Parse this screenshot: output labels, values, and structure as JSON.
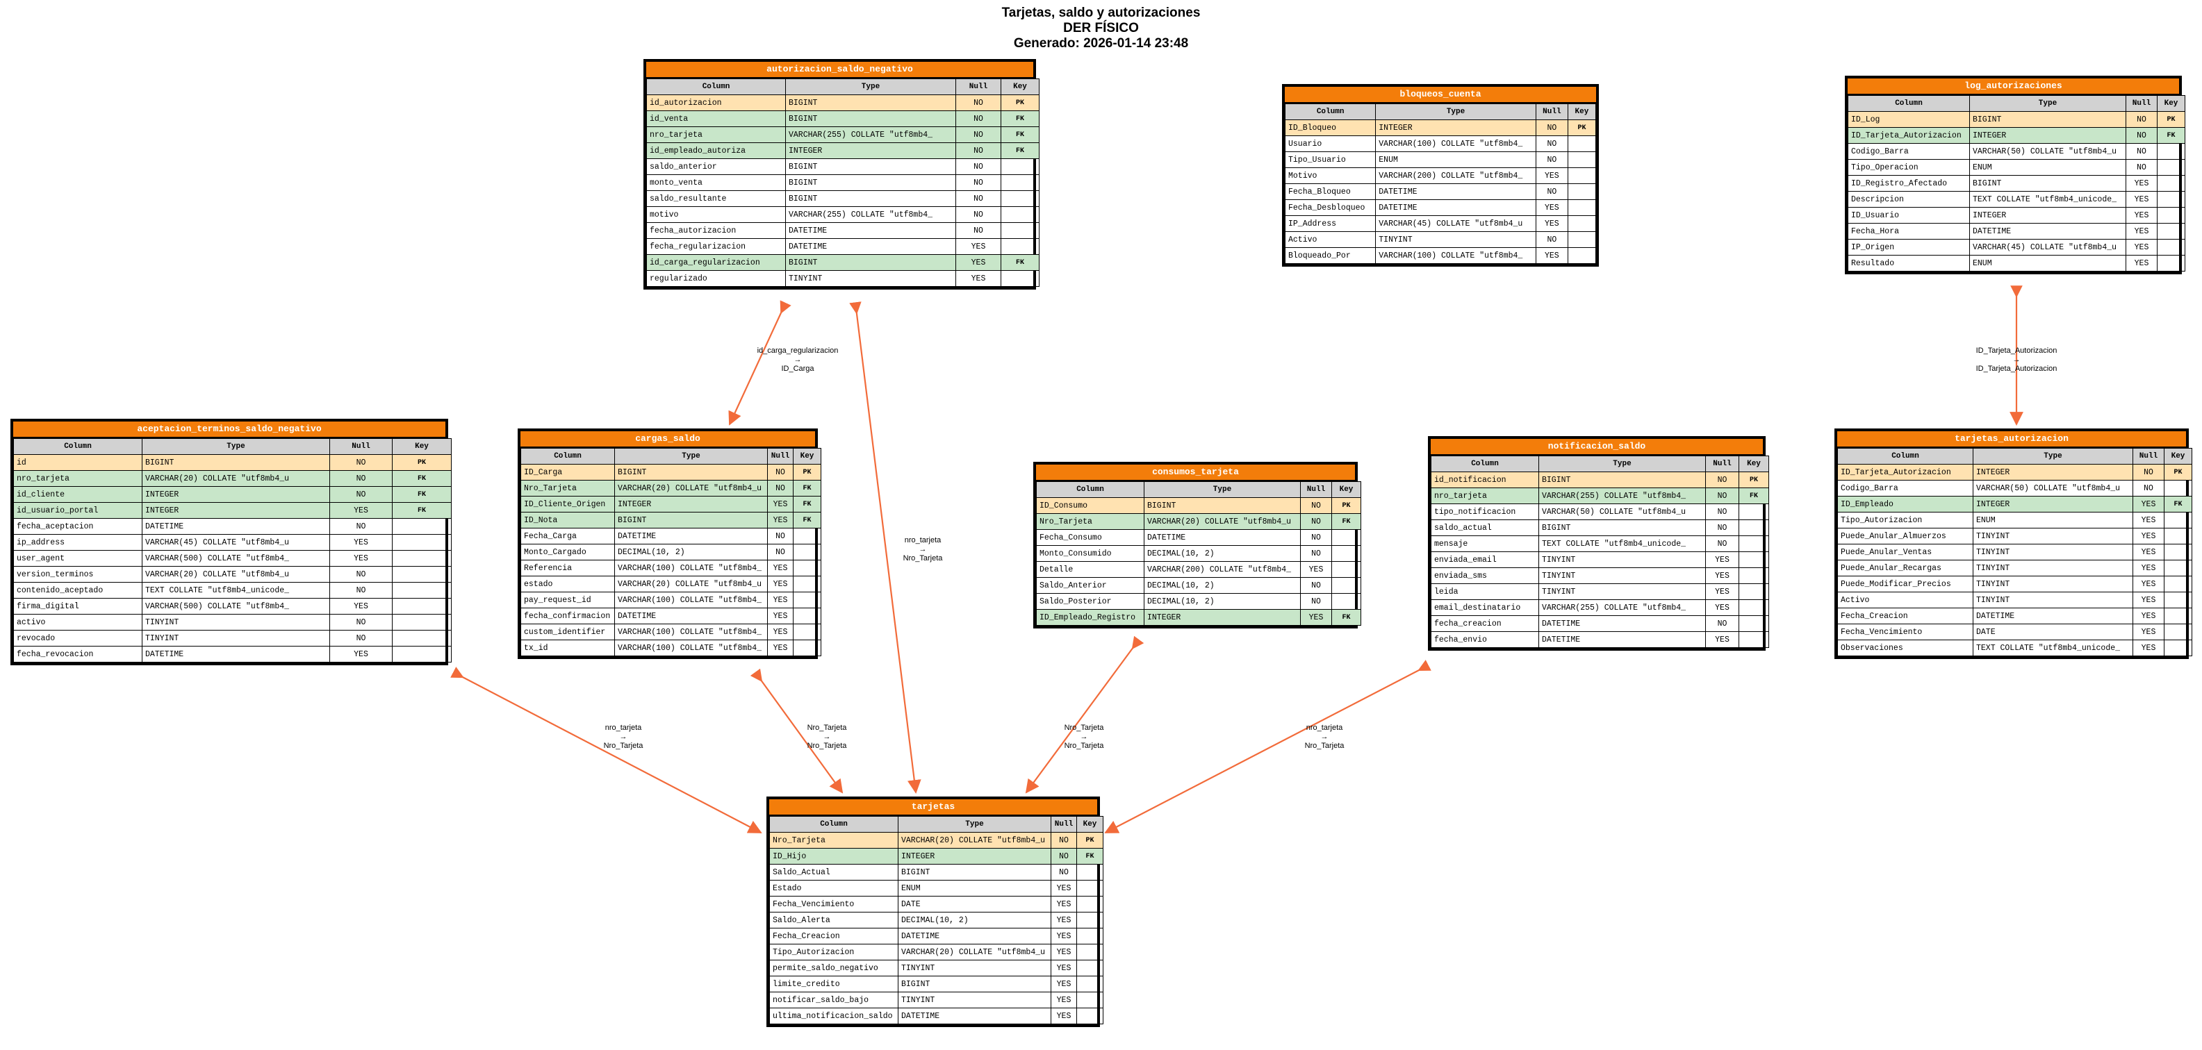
{
  "header": {
    "title": "Tarjetas, saldo y autorizaciones",
    "subtitle": "DER FÍSICO",
    "generated": "Generado: 2026-01-14 23:48"
  },
  "table_header": {
    "column": "Column",
    "type": "Type",
    "null": "Null",
    "key": "Key"
  },
  "colors": {
    "header_bg": "#f37d0a",
    "pk_row": "#ffe2b1",
    "fk_row": "#c8e6c9",
    "edge": "#f26b3a"
  },
  "tables": [
    {
      "name": "autorizacion_saldo_negativo",
      "rows": [
        [
          "id_autorizacion",
          "BIGINT",
          "NO",
          "PK"
        ],
        [
          "id_venta",
          "BIGINT",
          "NO",
          "FK"
        ],
        [
          "nro_tarjeta",
          "VARCHAR(255) COLLATE \"utf8mb4_",
          "NO",
          "FK"
        ],
        [
          "id_empleado_autoriza",
          "INTEGER",
          "NO",
          "FK"
        ],
        [
          "saldo_anterior",
          "BIGINT",
          "NO",
          ""
        ],
        [
          "monto_venta",
          "BIGINT",
          "NO",
          ""
        ],
        [
          "saldo_resultante",
          "BIGINT",
          "NO",
          ""
        ],
        [
          "motivo",
          "VARCHAR(255) COLLATE \"utf8mb4_",
          "NO",
          ""
        ],
        [
          "fecha_autorizacion",
          "DATETIME",
          "NO",
          ""
        ],
        [
          "fecha_regularizacion",
          "DATETIME",
          "YES",
          ""
        ],
        [
          "id_carga_regularizacion",
          "BIGINT",
          "YES",
          "FK"
        ],
        [
          "regularizado",
          "TINYINT",
          "YES",
          ""
        ]
      ]
    },
    {
      "name": "bloqueos_cuenta",
      "rows": [
        [
          "ID_Bloqueo",
          "INTEGER",
          "NO",
          "PK"
        ],
        [
          "Usuario",
          "VARCHAR(100) COLLATE \"utf8mb4_",
          "NO",
          ""
        ],
        [
          "Tipo_Usuario",
          "ENUM",
          "NO",
          ""
        ],
        [
          "Motivo",
          "VARCHAR(200) COLLATE \"utf8mb4_",
          "YES",
          ""
        ],
        [
          "Fecha_Bloqueo",
          "DATETIME",
          "NO",
          ""
        ],
        [
          "Fecha_Desbloqueo",
          "DATETIME",
          "YES",
          ""
        ],
        [
          "IP_Address",
          "VARCHAR(45) COLLATE \"utf8mb4_u",
          "YES",
          ""
        ],
        [
          "Activo",
          "TINYINT",
          "NO",
          ""
        ],
        [
          "Bloqueado_Por",
          "VARCHAR(100) COLLATE \"utf8mb4_",
          "YES",
          ""
        ]
      ]
    },
    {
      "name": "log_autorizaciones",
      "rows": [
        [
          "ID_Log",
          "BIGINT",
          "NO",
          "PK"
        ],
        [
          "ID_Tarjeta_Autorizacion",
          "INTEGER",
          "NO",
          "FK"
        ],
        [
          "Codigo_Barra",
          "VARCHAR(50) COLLATE \"utf8mb4_u",
          "NO",
          ""
        ],
        [
          "Tipo_Operacion",
          "ENUM",
          "NO",
          ""
        ],
        [
          "ID_Registro_Afectado",
          "BIGINT",
          "YES",
          ""
        ],
        [
          "Descripcion",
          "TEXT COLLATE \"utf8mb4_unicode_",
          "YES",
          ""
        ],
        [
          "ID_Usuario",
          "INTEGER",
          "YES",
          ""
        ],
        [
          "Fecha_Hora",
          "DATETIME",
          "YES",
          ""
        ],
        [
          "IP_Origen",
          "VARCHAR(45) COLLATE \"utf8mb4_u",
          "YES",
          ""
        ],
        [
          "Resultado",
          "ENUM",
          "YES",
          ""
        ]
      ]
    },
    {
      "name": "aceptacion_terminos_saldo_negativo",
      "rows": [
        [
          "id",
          "BIGINT",
          "NO",
          "PK"
        ],
        [
          "nro_tarjeta",
          "VARCHAR(20) COLLATE \"utf8mb4_u",
          "NO",
          "FK"
        ],
        [
          "id_cliente",
          "INTEGER",
          "NO",
          "FK"
        ],
        [
          "id_usuario_portal",
          "INTEGER",
          "YES",
          "FK"
        ],
        [
          "fecha_aceptacion",
          "DATETIME",
          "NO",
          ""
        ],
        [
          "ip_address",
          "VARCHAR(45) COLLATE \"utf8mb4_u",
          "YES",
          ""
        ],
        [
          "user_agent",
          "VARCHAR(500) COLLATE \"utf8mb4_",
          "YES",
          ""
        ],
        [
          "version_terminos",
          "VARCHAR(20) COLLATE \"utf8mb4_u",
          "NO",
          ""
        ],
        [
          "contenido_aceptado",
          "TEXT COLLATE \"utf8mb4_unicode_",
          "NO",
          ""
        ],
        [
          "firma_digital",
          "VARCHAR(500) COLLATE \"utf8mb4_",
          "YES",
          ""
        ],
        [
          "activo",
          "TINYINT",
          "NO",
          ""
        ],
        [
          "revocado",
          "TINYINT",
          "NO",
          ""
        ],
        [
          "fecha_revocacion",
          "DATETIME",
          "YES",
          ""
        ]
      ]
    },
    {
      "name": "cargas_saldo",
      "rows": [
        [
          "ID_Carga",
          "BIGINT",
          "NO",
          "PK"
        ],
        [
          "Nro_Tarjeta",
          "VARCHAR(20) COLLATE \"utf8mb4_u",
          "NO",
          "FK"
        ],
        [
          "ID_Cliente_Origen",
          "INTEGER",
          "YES",
          "FK"
        ],
        [
          "ID_Nota",
          "BIGINT",
          "YES",
          "FK"
        ],
        [
          "Fecha_Carga",
          "DATETIME",
          "NO",
          ""
        ],
        [
          "Monto_Cargado",
          "DECIMAL(10, 2)",
          "NO",
          ""
        ],
        [
          "Referencia",
          "VARCHAR(100) COLLATE \"utf8mb4_",
          "YES",
          ""
        ],
        [
          "estado",
          "VARCHAR(20) COLLATE \"utf8mb4_u",
          "YES",
          ""
        ],
        [
          "pay_request_id",
          "VARCHAR(100) COLLATE \"utf8mb4_",
          "YES",
          ""
        ],
        [
          "fecha_confirmacion",
          "DATETIME",
          "YES",
          ""
        ],
        [
          "custom_identifier",
          "VARCHAR(100) COLLATE \"utf8mb4_",
          "YES",
          ""
        ],
        [
          "tx_id",
          "VARCHAR(100) COLLATE \"utf8mb4_",
          "YES",
          ""
        ]
      ]
    },
    {
      "name": "consumos_tarjeta",
      "rows": [
        [
          "ID_Consumo",
          "BIGINT",
          "NO",
          "PK"
        ],
        [
          "Nro_Tarjeta",
          "VARCHAR(20) COLLATE \"utf8mb4_u",
          "NO",
          "FK"
        ],
        [
          "Fecha_Consumo",
          "DATETIME",
          "NO",
          ""
        ],
        [
          "Monto_Consumido",
          "DECIMAL(10, 2)",
          "NO",
          ""
        ],
        [
          "Detalle",
          "VARCHAR(200) COLLATE \"utf8mb4_",
          "YES",
          ""
        ],
        [
          "Saldo_Anterior",
          "DECIMAL(10, 2)",
          "NO",
          ""
        ],
        [
          "Saldo_Posterior",
          "DECIMAL(10, 2)",
          "NO",
          ""
        ],
        [
          "ID_Empleado_Registro",
          "INTEGER",
          "YES",
          "FK"
        ]
      ]
    },
    {
      "name": "notificacion_saldo",
      "rows": [
        [
          "id_notificacion",
          "BIGINT",
          "NO",
          "PK"
        ],
        [
          "nro_tarjeta",
          "VARCHAR(255) COLLATE \"utf8mb4_",
          "NO",
          "FK"
        ],
        [
          "tipo_notificacion",
          "VARCHAR(50) COLLATE \"utf8mb4_u",
          "NO",
          ""
        ],
        [
          "saldo_actual",
          "BIGINT",
          "NO",
          ""
        ],
        [
          "mensaje",
          "TEXT COLLATE \"utf8mb4_unicode_",
          "NO",
          ""
        ],
        [
          "enviada_email",
          "TINYINT",
          "YES",
          ""
        ],
        [
          "enviada_sms",
          "TINYINT",
          "YES",
          ""
        ],
        [
          "leida",
          "TINYINT",
          "YES",
          ""
        ],
        [
          "email_destinatario",
          "VARCHAR(255) COLLATE \"utf8mb4_",
          "YES",
          ""
        ],
        [
          "fecha_creacion",
          "DATETIME",
          "NO",
          ""
        ],
        [
          "fecha_envio",
          "DATETIME",
          "YES",
          ""
        ]
      ]
    },
    {
      "name": "tarjetas_autorizacion",
      "rows": [
        [
          "ID_Tarjeta_Autorizacion",
          "INTEGER",
          "NO",
          "PK"
        ],
        [
          "Codigo_Barra",
          "VARCHAR(50) COLLATE \"utf8mb4_u",
          "NO",
          ""
        ],
        [
          "ID_Empleado",
          "INTEGER",
          "YES",
          "FK"
        ],
        [
          "Tipo_Autorizacion",
          "ENUM",
          "YES",
          ""
        ],
        [
          "Puede_Anular_Almuerzos",
          "TINYINT",
          "YES",
          ""
        ],
        [
          "Puede_Anular_Ventas",
          "TINYINT",
          "YES",
          ""
        ],
        [
          "Puede_Anular_Recargas",
          "TINYINT",
          "YES",
          ""
        ],
        [
          "Puede_Modificar_Precios",
          "TINYINT",
          "YES",
          ""
        ],
        [
          "Activo",
          "TINYINT",
          "YES",
          ""
        ],
        [
          "Fecha_Creacion",
          "DATETIME",
          "YES",
          ""
        ],
        [
          "Fecha_Vencimiento",
          "DATE",
          "YES",
          ""
        ],
        [
          "Observaciones",
          "TEXT COLLATE \"utf8mb4_unicode_",
          "YES",
          ""
        ]
      ]
    },
    {
      "name": "tarjetas",
      "rows": [
        [
          "Nro_Tarjeta",
          "VARCHAR(20) COLLATE \"utf8mb4_u",
          "NO",
          "PK"
        ],
        [
          "ID_Hijo",
          "INTEGER",
          "NO",
          "FK"
        ],
        [
          "Saldo_Actual",
          "BIGINT",
          "NO",
          ""
        ],
        [
          "Estado",
          "ENUM",
          "YES",
          ""
        ],
        [
          "Fecha_Vencimiento",
          "DATE",
          "YES",
          ""
        ],
        [
          "Saldo_Alerta",
          "DECIMAL(10, 2)",
          "YES",
          ""
        ],
        [
          "Fecha_Creacion",
          "DATETIME",
          "YES",
          ""
        ],
        [
          "Tipo_Autorizacion",
          "VARCHAR(20) COLLATE \"utf8mb4_u",
          "YES",
          ""
        ],
        [
          "permite_saldo_negativo",
          "TINYINT",
          "YES",
          ""
        ],
        [
          "limite_credito",
          "BIGINT",
          "YES",
          ""
        ],
        [
          "notificar_saldo_bajo",
          "TINYINT",
          "YES",
          ""
        ],
        [
          "ultima_notificacion_saldo",
          "DATETIME",
          "YES",
          ""
        ]
      ]
    }
  ],
  "relationships": [
    {
      "from": "autorizacion_saldo_negativo",
      "to": "cargas_saldo",
      "label": [
        "id_carga_regularizacion",
        "→",
        "ID_Carga"
      ]
    },
    {
      "from": "autorizacion_saldo_negativo",
      "to": "tarjetas",
      "label": [
        "nro_tarjeta",
        "→",
        "Nro_Tarjeta"
      ]
    },
    {
      "from": "log_autorizaciones",
      "to": "tarjetas_autorizacion",
      "label": [
        "ID_Tarjeta_Autorizacion",
        "→",
        "ID_Tarjeta_Autorizacion"
      ]
    },
    {
      "from": "aceptacion_terminos_saldo_negativo",
      "to": "tarjetas",
      "label": [
        "nro_tarjeta",
        "→",
        "Nro_Tarjeta"
      ]
    },
    {
      "from": "cargas_saldo",
      "to": "tarjetas",
      "label": [
        "Nro_Tarjeta",
        "→",
        "Nro_Tarjeta"
      ]
    },
    {
      "from": "consumos_tarjeta",
      "to": "tarjetas",
      "label": [
        "Nro_Tarjeta",
        "→",
        "Nro_Tarjeta"
      ]
    },
    {
      "from": "notificacion_saldo",
      "to": "tarjetas",
      "label": [
        "nro_tarjeta",
        "→",
        "Nro_Tarjeta"
      ]
    }
  ]
}
